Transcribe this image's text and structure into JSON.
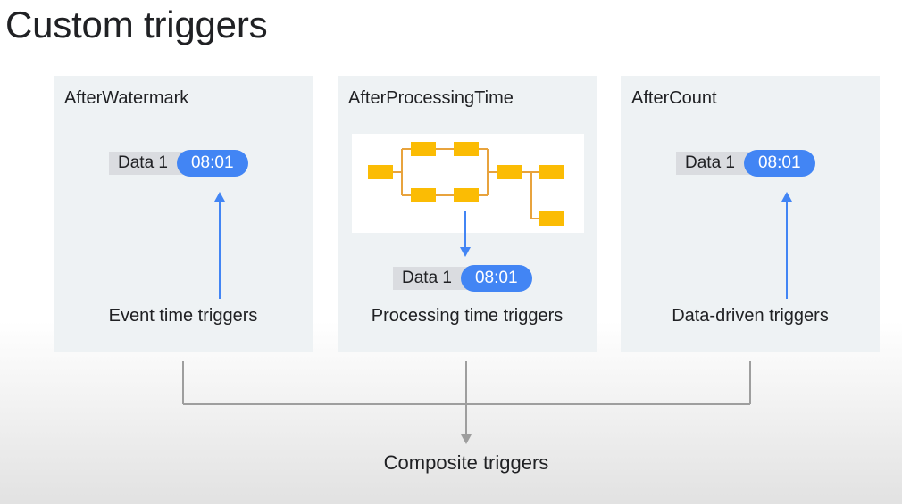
{
  "title": "Custom triggers",
  "panels": [
    {
      "title": "AfterWatermark",
      "data_label": "Data 1",
      "time": "08:01",
      "caption": "Event time triggers"
    },
    {
      "title": "AfterProcessingTime",
      "data_label": "Data 1",
      "time": "08:01",
      "caption": "Processing time triggers"
    },
    {
      "title": "AfterCount",
      "data_label": "Data 1",
      "time": "08:01",
      "caption": "Data-driven triggers"
    }
  ],
  "composite_label": "Composite triggers",
  "colors": {
    "panel_bg": "#eef2f4",
    "pill_data_bg": "#dadce0",
    "pill_time_bg": "#4285f4",
    "arrow_blue": "#4285f4",
    "flow_node": "#fbbc04",
    "flow_line": "#e8a33d",
    "connector_gray": "#9e9e9e"
  }
}
